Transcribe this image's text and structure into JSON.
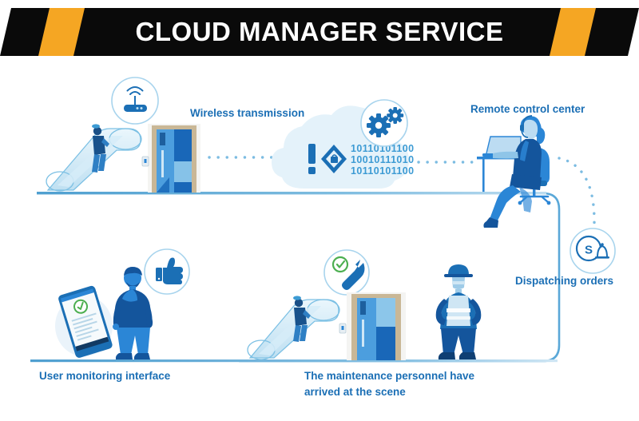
{
  "header": {
    "title": "CLOUD MANAGER SERVICE",
    "bar_color": "#0a0a0a",
    "stripe_color": "#f5a623",
    "title_color": "#ffffff"
  },
  "theme": {
    "accent_blue": "#1b6fb5",
    "dark_blue": "#0d5ca8",
    "mid_blue": "#2b86d6",
    "light_blue": "#9ecbe8",
    "pale_blue": "#d9ecf7",
    "cloud_fill": "#e8f3fa",
    "green": "#4caf50",
    "floor_line": "#5aa8d8"
  },
  "labels": {
    "wireless_transmission": "Wireless transmission",
    "remote_control_center": "Remote control center",
    "dispatching_orders": "Dispatching orders",
    "user_monitoring_interface": "User monitoring interface",
    "maintenance_arrived": "The maintenance personnel have arrived at the scene"
  },
  "cloud": {
    "binary_lines": [
      "10110101100",
      "10010111010",
      "10110101100"
    ],
    "alert_glyph": "!",
    "binary_color": "#3d9bd4"
  },
  "icons": {
    "router": "wifi-router-icon",
    "gears": "gears-icon",
    "thumbs_up": "thumbs-up-icon",
    "wrench_check": "wrench-check-icon",
    "dispatch_bell": "dispatch-bell-icon",
    "dispatch_letter": "S"
  },
  "scenes": {
    "upper": {
      "escalator": "escalator-with-passenger",
      "elevator": "elevator-door",
      "cloud": "data-cloud",
      "operator": "remote-operator-at-desk"
    },
    "lower": {
      "phone": "smartphone-monitoring-app",
      "user": "standing-user",
      "escalator": "escalator-with-passenger",
      "elevator": "elevator-door",
      "technician": "maintenance-technician"
    }
  },
  "flow": {
    "upper_floor_line": "upper-floor-line",
    "lower_floor_line": "lower-floor-line",
    "connector_path": "rounded-connector-path",
    "dotted_left": "dotted-link-elevator-to-cloud",
    "dotted_right": "dotted-link-cloud-to-operator",
    "dotted_down": "dotted-link-operator-to-dispatch"
  }
}
